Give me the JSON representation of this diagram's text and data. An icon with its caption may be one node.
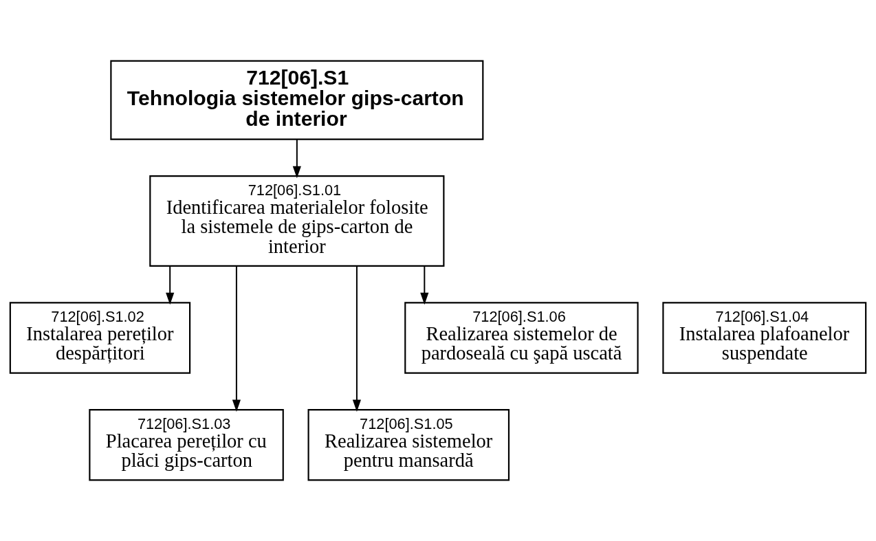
{
  "diagram": {
    "nodes": [
      {
        "text": [
          "712[06].S1",
          "Tehnologia sistemelor gips-carton de interior"
        ]
      },
      {
        "text": [
          "712[06].S1.01",
          "Identificarea materialelor folosite la sistemele de gips-carton de interior"
        ]
      },
      {
        "text": [
          "712[06].S1.02",
          "Instalarea pereților despărțitori"
        ]
      },
      {
        "text": [
          "712[06].S1.03",
          "Placarea pereților cu plăci gips-carton"
        ]
      },
      {
        "text": [
          "712[06].S1.04",
          "Instalarea plafoanelor suspendate"
        ]
      },
      {
        "text": [
          "712[06].S1.05",
          "Realizarea sistemelor pentru mansardă"
        ]
      },
      {
        "text": [
          "712[06].S1.06",
          "Realizarea sistemelor de pardoseală cu şapă uscată"
        ]
      }
    ],
    "edges": [
      {
        "from": 0,
        "to": 1,
        "arrow": "to"
      },
      {
        "from": 1,
        "to": 2,
        "arrow": "to"
      },
      {
        "from": 1,
        "to": 3,
        "arrow": "to"
      },
      {
        "from": 1,
        "to": 5,
        "arrow": "to"
      },
      {
        "from": 1,
        "to": 6,
        "arrow": "to"
      }
    ]
  }
}
